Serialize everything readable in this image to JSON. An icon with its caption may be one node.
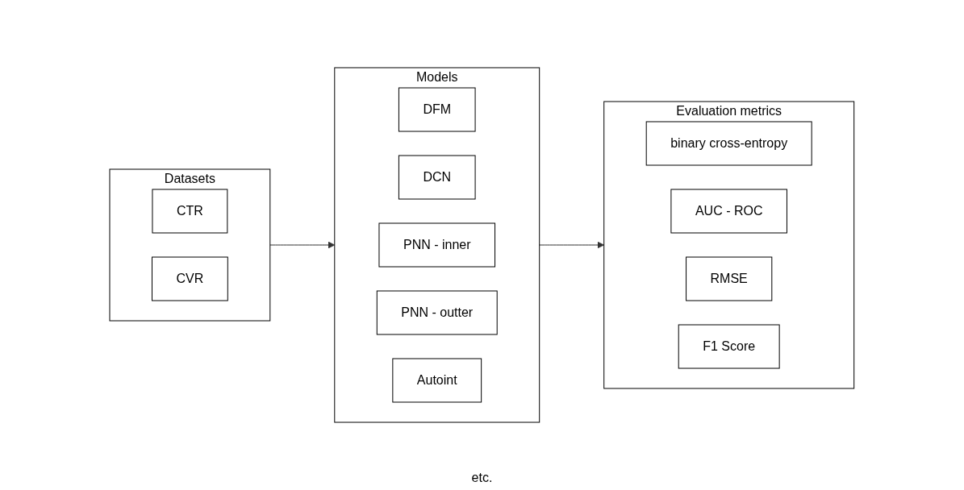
{
  "diagram": {
    "nodes": [
      {
        "text": [
          "Datasets"
        ]
      },
      {
        "text": [
          "CTR"
        ],
        "in": 0
      },
      {
        "text": [
          "CVR"
        ],
        "in": 0
      },
      {
        "text": [
          "Models"
        ]
      },
      {
        "text": [
          "DFM"
        ],
        "in": 3
      },
      {
        "text": [
          "DCN"
        ],
        "in": 3
      },
      {
        "text": [
          "PNN - inner"
        ],
        "in": 3
      },
      {
        "text": [
          "PNN - outter"
        ],
        "in": 3
      },
      {
        "text": [
          "Autoint"
        ],
        "in": 3
      },
      {
        "text": [
          "Evaluation metrics"
        ]
      },
      {
        "text": [
          "binary cross-entropy"
        ],
        "in": 9
      },
      {
        "text": [
          "AUC - ROC"
        ],
        "in": 9
      },
      {
        "text": [
          "RMSE"
        ],
        "in": 9
      },
      {
        "text": [
          "F1 Score"
        ],
        "in": 9
      }
    ],
    "edges": [
      {
        "from": 0,
        "to": 3,
        "arrow": "to"
      },
      {
        "from": 3,
        "to": 9,
        "arrow": "to"
      }
    ],
    "labels": [
      "etc."
    ]
  }
}
